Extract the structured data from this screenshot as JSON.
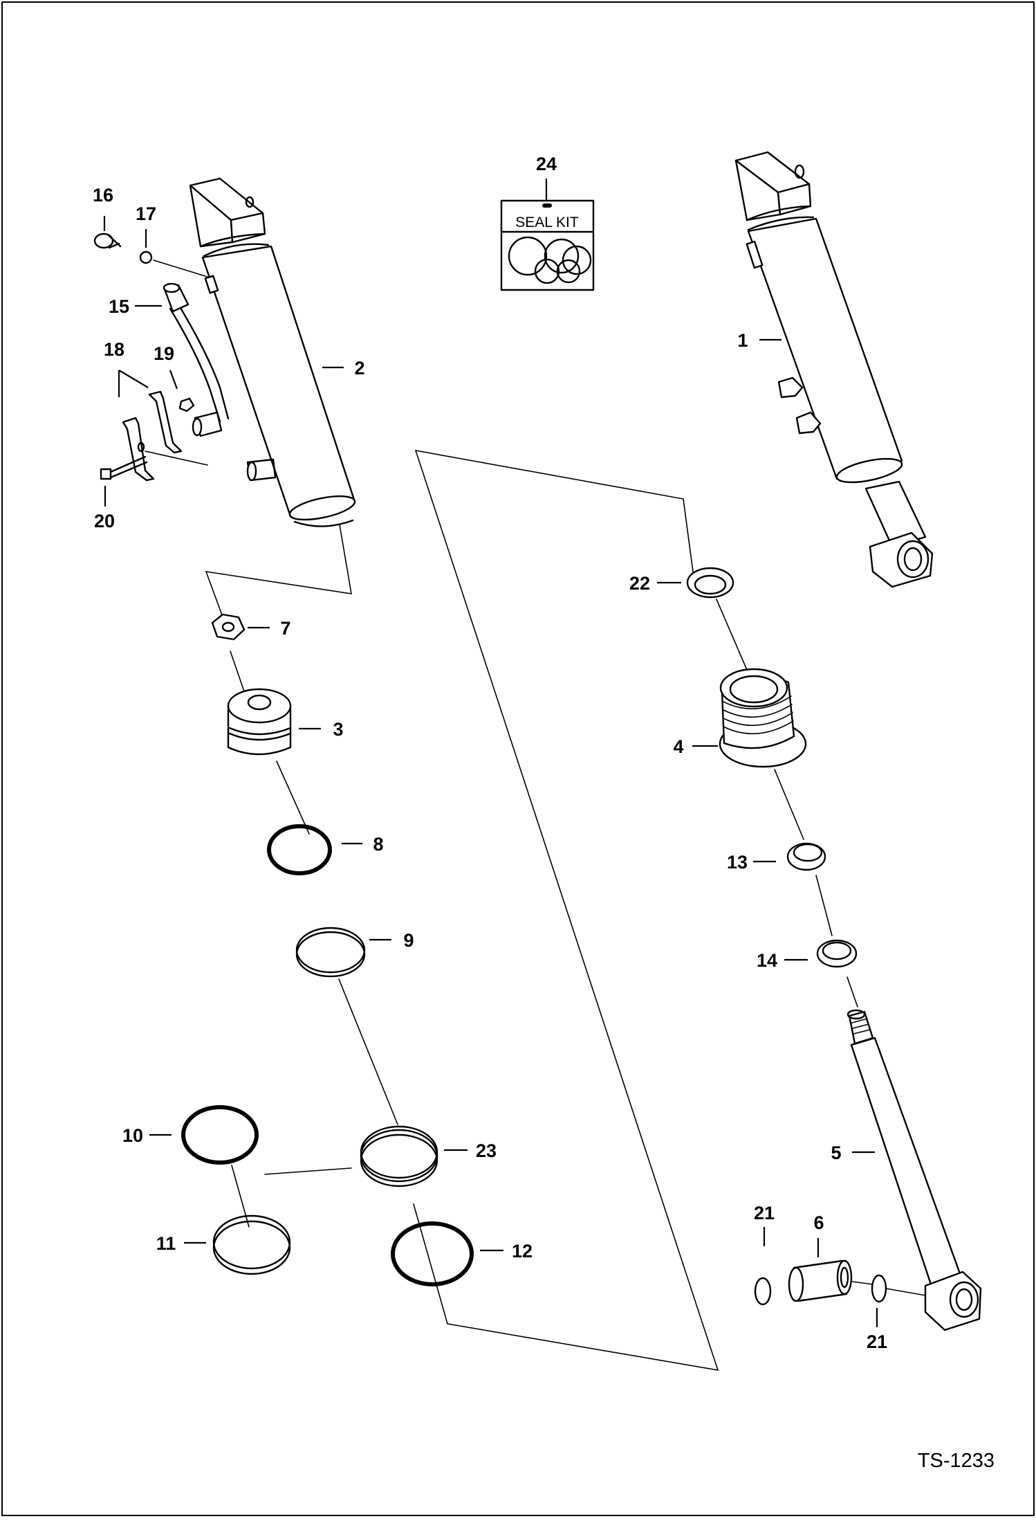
{
  "sheet_ref": "TS-1233",
  "seal_kit": {
    "label": "SEAL KIT"
  },
  "callouts": {
    "c1": "1",
    "c2": "2",
    "c3": "3",
    "c4": "4",
    "c5": "5",
    "c6": "6",
    "c7": "7",
    "c8": "8",
    "c9": "9",
    "c10": "10",
    "c11": "11",
    "c12": "12",
    "c13": "13",
    "c14": "14",
    "c15": "15",
    "c16": "16",
    "c17": "17",
    "c18": "18",
    "c19": "19",
    "c20": "20",
    "c21a": "21",
    "c21b": "21",
    "c22": "22",
    "c23": "23",
    "c24": "24"
  }
}
